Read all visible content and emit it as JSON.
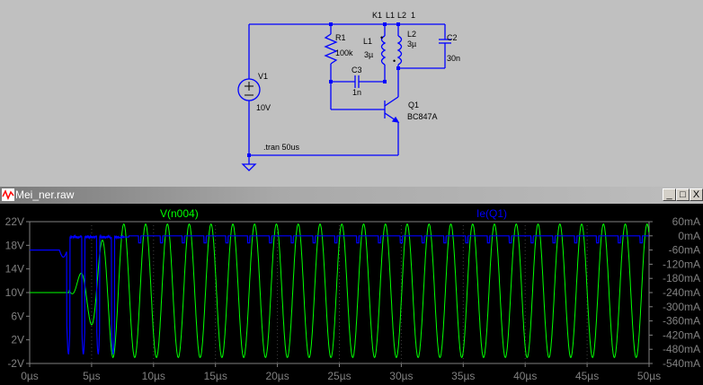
{
  "schematic": {
    "node_labels": {
      "k1": "K1",
      "l1": "L1",
      "l2": "L2",
      "one": "1"
    },
    "components": [
      {
        "ref": "V1",
        "value": "10V"
      },
      {
        "ref": "R1",
        "value": "100k"
      },
      {
        "ref": "L1",
        "value": "3µ"
      },
      {
        "ref": "L2",
        "value": "3µ"
      },
      {
        "ref": "C2",
        "value": "30n"
      },
      {
        "ref": "C3",
        "value": "1n"
      },
      {
        "ref": "Q1",
        "value": "BC847A"
      }
    ],
    "directive": ".tran 50us"
  },
  "window": {
    "title": "Mei_ner.raw",
    "buttons": {
      "minimize": "_",
      "maximize": "□",
      "close": "X"
    }
  },
  "chart_data": {
    "type": "line",
    "x": {
      "ticks": [
        "0µs",
        "5µs",
        "10µs",
        "15µs",
        "20µs",
        "25µs",
        "30µs",
        "35µs",
        "40µs",
        "45µs",
        "50µs"
      ],
      "range": [
        0,
        50
      ],
      "unit": "µs"
    },
    "y_left": {
      "ticks": [
        "22V",
        "18V",
        "14V",
        "10V",
        "6V",
        "2V",
        "-2V"
      ],
      "range": [
        -2,
        22
      ]
    },
    "y_right": {
      "ticks": [
        "60mA",
        "0mA",
        "-60mA",
        "-120mA",
        "-180mA",
        "-240mA",
        "-300mA",
        "-360mA",
        "-420mA",
        "-480mA",
        "-540mA"
      ],
      "range": [
        -540,
        60
      ]
    },
    "series": [
      {
        "name": "V(n004)",
        "color": "#00ff00",
        "axis": "left",
        "description_points": {
          "start_time": 0,
          "start_level": 10,
          "osc_start": 3.2,
          "period": 1.76,
          "center": 10.3,
          "amplitude": 11.3
        }
      },
      {
        "name": "Ie(Q1)",
        "color": "#0000ff",
        "axis": "right",
        "description_points": {
          "idle_level": -60,
          "baseline": 0,
          "spikes": [
            4.6,
            5.9,
            7.0,
            7.8
          ]
        }
      }
    ],
    "grid": true
  }
}
